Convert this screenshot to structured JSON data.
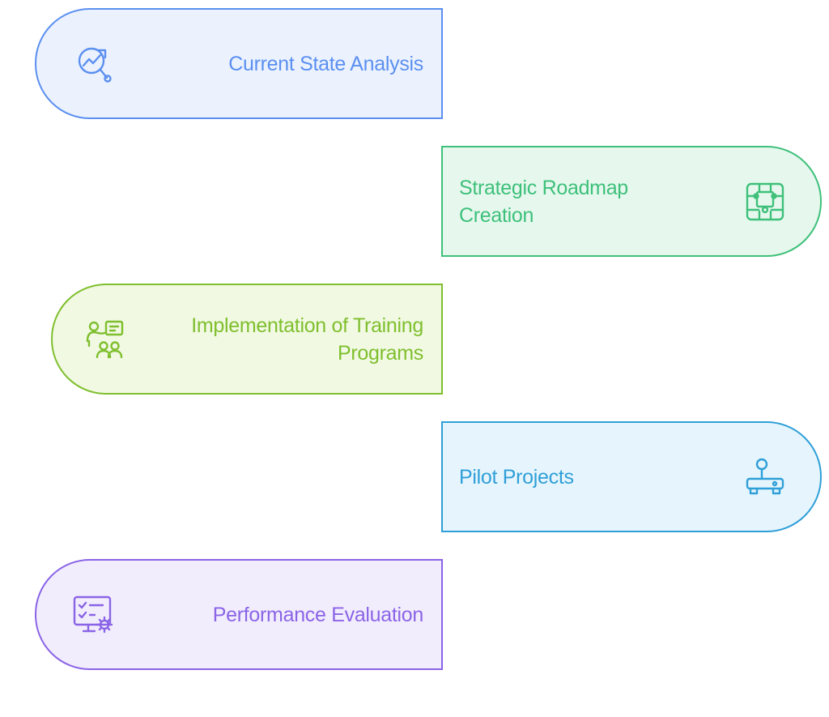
{
  "steps": [
    {
      "label_lines": [
        "Current State Analysis"
      ],
      "color": "#5b8ff0",
      "fill": "#ebf2fe",
      "icon": "analysis-magnifier-icon"
    },
    {
      "label_lines": [
        "Strategic Roadmap",
        "Creation"
      ],
      "color": "#3ec07a",
      "fill": "#e6f8ee",
      "icon": "roadmap-map-icon"
    },
    {
      "label_lines": [
        "Implementation of Training",
        "Programs"
      ],
      "color": "#7fbf2e",
      "fill": "#f1f9e2",
      "icon": "training-presenter-icon"
    },
    {
      "label_lines": [
        "Pilot Projects"
      ],
      "color": "#2f9fd8",
      "fill": "#e6f5fd",
      "icon": "joystick-icon"
    },
    {
      "label_lines": [
        "Performance Evaluation"
      ],
      "color": "#8a64e6",
      "fill": "#f2edfd",
      "icon": "monitor-settings-icon"
    }
  ]
}
